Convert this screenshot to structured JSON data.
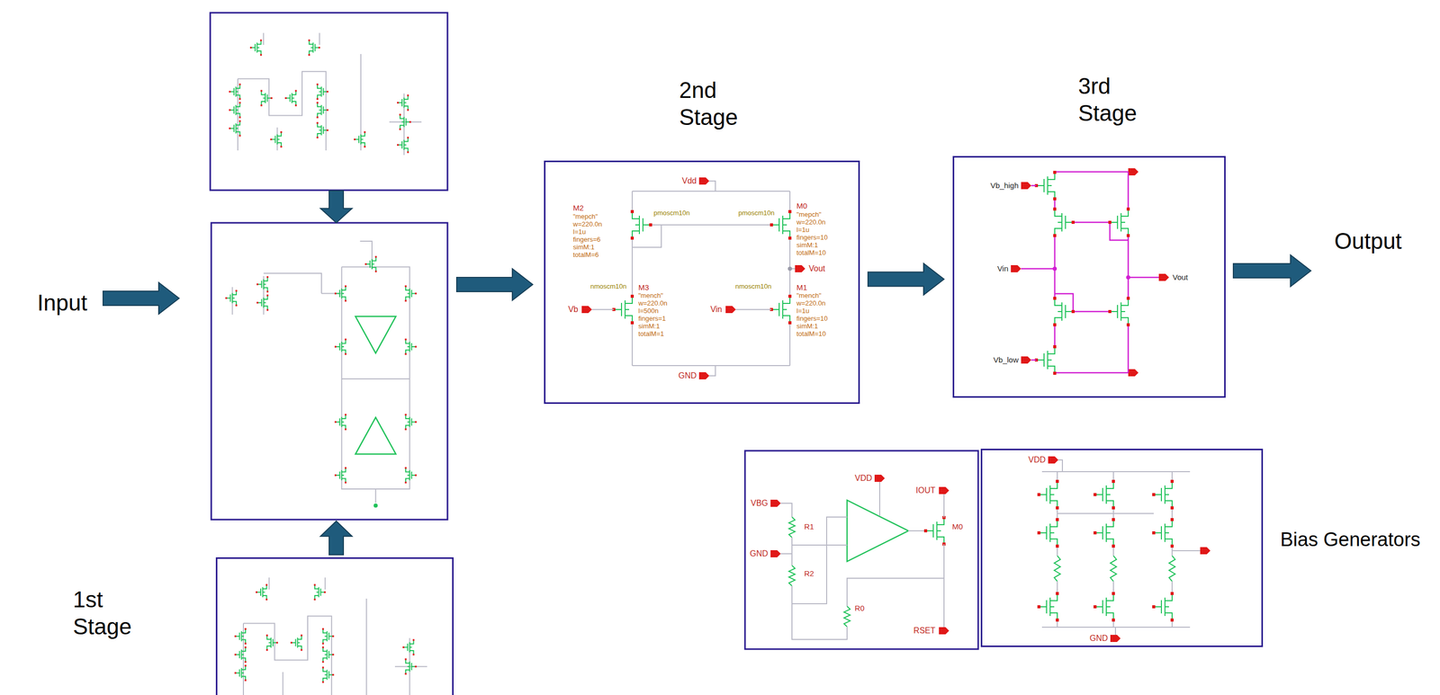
{
  "diagram": {
    "nodes": [
      {
        "text": [
          "1st Stage"
        ]
      },
      {
        "text": [
          "2nd Stage"
        ]
      },
      {
        "text": [
          "3rd Stage"
        ]
      },
      {
        "text": [
          "Bias Generators"
        ]
      }
    ],
    "edges": [
      {
        "from": 1,
        "to": 2,
        "arrow": "to"
      }
    ],
    "labels": [
      "Input",
      "Output",
      "Vdd",
      "GND",
      "M2",
      "pmoscm10n",
      "\"mepch\" w=220.0n l=1u fingers=6 simM:1 totalM=6",
      "M0",
      "pmoscm10n",
      "\"mepch\" w=220.0n l=1u fingers=10 simM:1 totalM=10",
      "Vout",
      "M3",
      "nmoscm10n",
      "\"mench\" w=220.0n l=500n fingers=1 simM:1 totalM=1",
      "Vb",
      "M1",
      "nmoscm10n",
      "\"mench\" w=220.0n l=1u fingers=10 simM:1 totalM=10",
      "Vin",
      "Vb_high",
      "Vin",
      "Vout",
      "Vb_low",
      "VBG",
      "VDD",
      "IOUT",
      "R1",
      "R2",
      "R0",
      "GND",
      "RSET",
      "M0",
      "VDD",
      "GND"
    ]
  }
}
